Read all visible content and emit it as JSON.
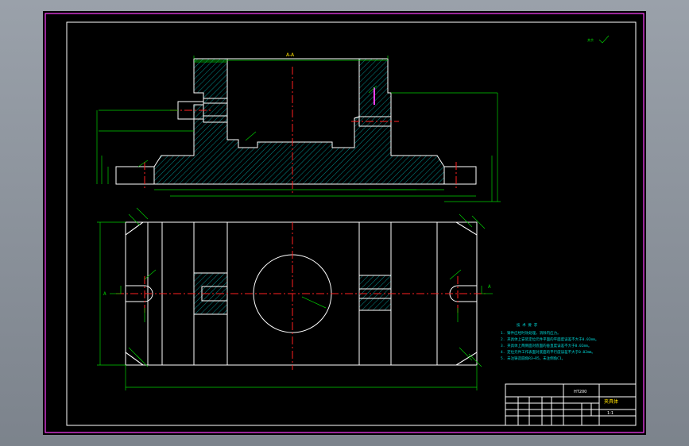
{
  "drawing": {
    "section_title": "A-A",
    "section_mark_left": "A",
    "section_mark_right": "A",
    "roughness_note": "其余",
    "tech_req_title": "技 术 要 求",
    "tech_req_lines": [
      "1. 铸件应经时效处理，消除内应力。",
      "2. 夹具体上安装定位元件平面的平面度误差不大于0.02mm。",
      "3. 夹具体上两侧面对底面的垂直度误差不大于0.02mm。",
      "4. 定位元件工作表面对底面的平行度误差不大于0.02mm。",
      "5. 未注铸造圆角R3~R5，未注倒角C1。"
    ],
    "title_block": {
      "part_name": "夹具体",
      "scale": "1:1",
      "material": "HT200"
    }
  },
  "colors": {
    "background": "#000000",
    "outline": "#ffffff",
    "dimension": "#00d000",
    "centerline": "#ff2020",
    "hatch": "#00c8c8",
    "frame": "#ff40ff"
  }
}
